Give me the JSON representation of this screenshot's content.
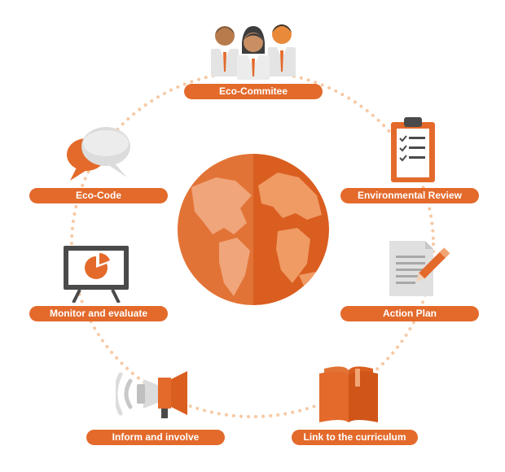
{
  "colors": {
    "accent": "#e36a2b",
    "accent_dark": "#c9551d",
    "accent_light": "#f2a574",
    "dots": "#f6c9a4",
    "gray": "#dcdcdc",
    "dark": "#4a4a4a"
  },
  "steps": [
    {
      "label": "Eco-Commitee",
      "icon": "committee-people-icon"
    },
    {
      "label": "Environmental Review",
      "icon": "clipboard-checklist-icon"
    },
    {
      "label": "Action Plan",
      "icon": "document-pencil-icon"
    },
    {
      "label": "Link to the curriculum",
      "icon": "open-book-icon"
    },
    {
      "label": "Inform and involve",
      "icon": "megaphone-icon"
    },
    {
      "label": "Monitor and evaluate",
      "icon": "presentation-board-icon"
    },
    {
      "label": "Eco-Code",
      "icon": "speech-bubbles-icon"
    }
  ],
  "center": {
    "icon": "globe-icon"
  }
}
